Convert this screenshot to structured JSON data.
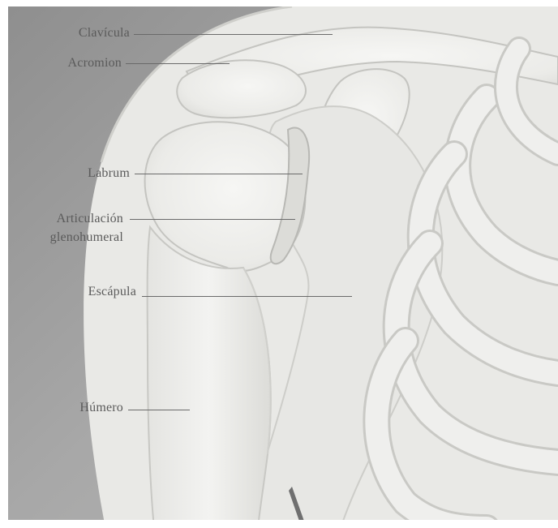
{
  "labels": {
    "clavicula": "Clavícula",
    "acromion": "Acromion",
    "labrum": "Labrum",
    "articulacion_line1": "Articulación",
    "articulacion_line2": "glenohumeral",
    "escapula": "Escápula",
    "humero": "Húmero"
  },
  "colors": {
    "background_skin": "#9a9a9a",
    "bone_fill": "#eeeeec",
    "bone_outline": "#c8c8c4",
    "label_text": "#5a5a5a",
    "leader_line": "#6a6a6a"
  }
}
